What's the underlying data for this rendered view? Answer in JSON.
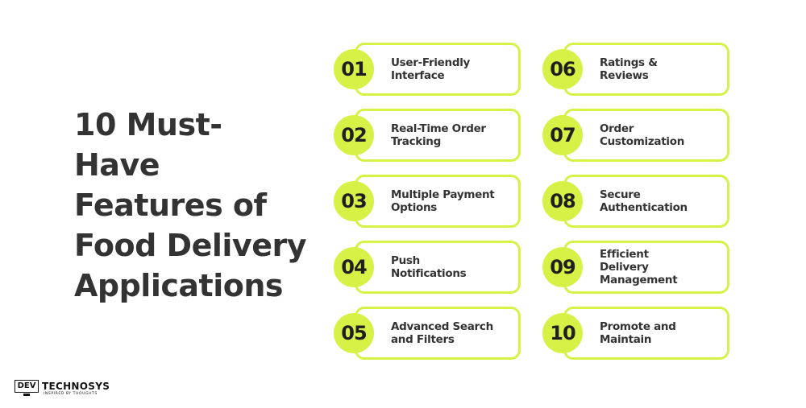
{
  "title": {
    "lines": [
      "10 Must-",
      "Have",
      "Features of",
      "Food Delivery",
      "Applications"
    ]
  },
  "features": [
    {
      "number": "01",
      "lines": [
        "User-Friendly",
        "Interface"
      ]
    },
    {
      "number": "02",
      "lines": [
        "Real-Time Order",
        "Tracking"
      ]
    },
    {
      "number": "03",
      "lines": [
        "Multiple Payment",
        "Options"
      ]
    },
    {
      "number": "04",
      "lines": [
        "Push",
        "Notifications"
      ]
    },
    {
      "number": "05",
      "lines": [
        "Advanced Search",
        "and Filters"
      ]
    },
    {
      "number": "06",
      "lines": [
        "Ratings &",
        "Reviews"
      ]
    },
    {
      "number": "07",
      "lines": [
        "Order",
        "Customization"
      ]
    },
    {
      "number": "08",
      "lines": [
        "Secure",
        "Authentication"
      ]
    },
    {
      "number": "09",
      "lines": [
        "Efficient",
        "Delivery",
        "Management"
      ]
    },
    {
      "number": "10",
      "lines": [
        "Promote and",
        "Maintain"
      ]
    }
  ],
  "logo": {
    "badge": "DEV",
    "name": "TECHNOSYS",
    "tagline": "INSPIRED BY THOUGHTS"
  },
  "colors": {
    "accent": "#d8f147",
    "text": "#333333",
    "background": "#ffffff"
  }
}
